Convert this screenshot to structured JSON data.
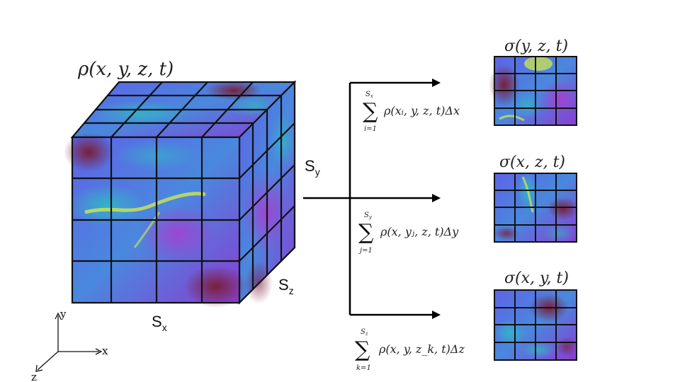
{
  "cube": {
    "title": "ρ(x, y, z, t)",
    "size_x_label": "S",
    "size_x_sub": "x",
    "size_y_label": "S",
    "size_y_sub": "y",
    "size_z_label": "S",
    "size_z_sub": "z"
  },
  "axes": {
    "x": "x",
    "y": "y",
    "z": "z"
  },
  "projections": [
    {
      "title": "σ(y, z, t)",
      "sum_upper": "S",
      "sum_upper_sub": "x",
      "sum_lower": "i=1",
      "formula": "ρ(xᵢ, y, z, t)Δx"
    },
    {
      "title": "σ(x, z, t)",
      "sum_upper": "S",
      "sum_upper_sub": "y",
      "sum_lower": "j=1",
      "formula": "ρ(x, yⱼ, z, t)Δy"
    },
    {
      "title": "σ(x, y, t)",
      "sum_upper": "S",
      "sum_upper_sub": "z",
      "sum_lower": "k=1",
      "formula": "ρ(x, y, z_k, t)Δz"
    }
  ],
  "colors": {
    "field_low": "#7b3fe0",
    "field_mid": "#2fb9c4",
    "field_high": "#d7ee45",
    "field_dense": "#7a1f3a",
    "grid": "#111111",
    "arrow": "#000000"
  }
}
